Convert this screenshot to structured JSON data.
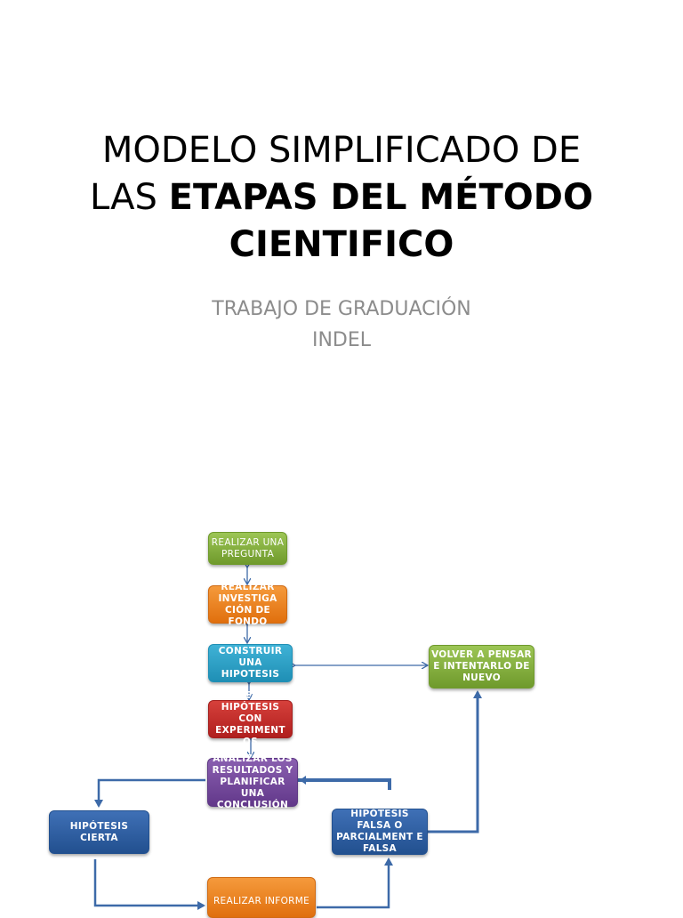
{
  "slide": {
    "title_regular_1": "MODELO SIMPLIFICADO  DE",
    "title_regular_2": "LAS ",
    "title_bold_1": "ETAPAS DEL MÉTODO",
    "title_bold_2": "CIENTIFICO",
    "subtitle_line1": "TRABAJO DE GRADUACIÓN",
    "subtitle_line2": "INDEL"
  },
  "diagram": {
    "steps": {
      "pregunta": "REALIZAR UNA PREGUNTA",
      "investigacion": "REALIZAR INVESTIGA CIÓN DE FONDO",
      "hipotesis": "CONSTRUIR UNA HIPOTESIS",
      "testear": "TESTEAR LA HIPÓTESIS CON EXPERIMENT OS",
      "analizar": "ANALIZAR LOS RESULTADOS Y PLANIFICAR UNA CONCLUSIÓN",
      "cierta": "HIPÓTESIS CIERTA",
      "falsa": "HIPÓTESIS FALSA O PARCIALMENT E FALSA",
      "volver": "VOLVER A PENSAR E INTENTARLO DE NUEVO",
      "informe": "REALIZAR INFORME"
    },
    "colors": {
      "green": "#7ea93a",
      "orange": "#eb7c1e",
      "cyan": "#2ea0c6",
      "red": "#c22d2a",
      "purple": "#72479c",
      "blue": "#2f5fa3",
      "connector": "#3d6aa8"
    }
  }
}
